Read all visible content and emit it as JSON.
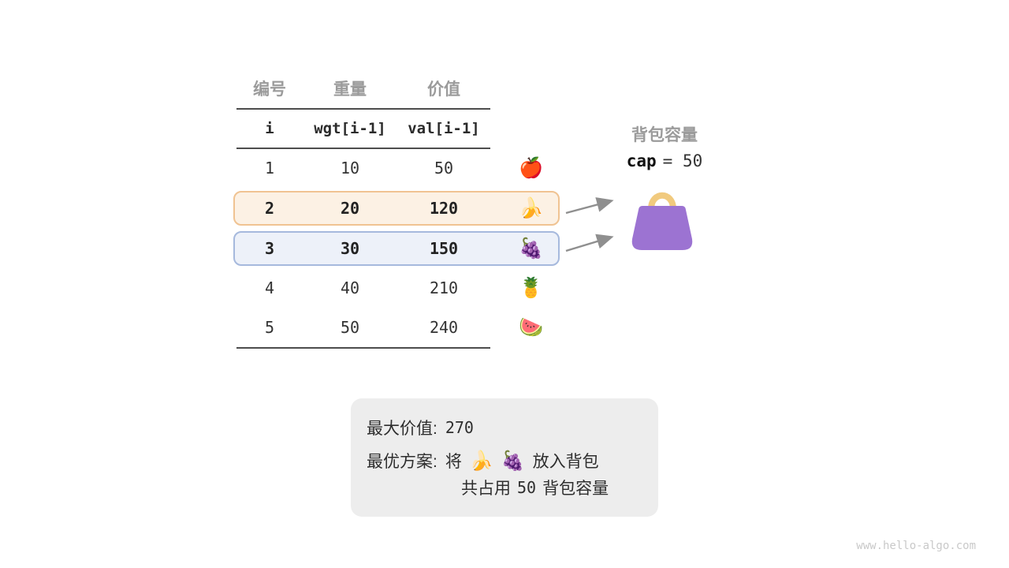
{
  "page": {
    "watermark": "www.hello-algo.com"
  },
  "table": {
    "headers": [
      "编号",
      "重量",
      "价值"
    ],
    "subheaders": [
      "i",
      "wgt[i-1]",
      "val[i-1]"
    ],
    "rows": [
      {
        "number": "1",
        "weight": "10",
        "value": "50",
        "fruit": "🍎",
        "fruit_name": "apple",
        "highlight": "none"
      },
      {
        "number": "2",
        "weight": "20",
        "value": "120",
        "fruit": "🍌",
        "fruit_name": "banana",
        "highlight": "orange"
      },
      {
        "number": "3",
        "weight": "30",
        "value": "150",
        "fruit": "🍇",
        "fruit_name": "grapes",
        "highlight": "blue"
      },
      {
        "number": "4",
        "weight": "40",
        "value": "210",
        "fruit": "🍍",
        "fruit_name": "pineapple",
        "highlight": "none"
      },
      {
        "number": "5",
        "weight": "50",
        "value": "240",
        "fruit": "🍉",
        "fruit_name": "watermelon",
        "highlight": "none"
      }
    ]
  },
  "knapsack": {
    "label": "背包容量",
    "cap_code": "cap",
    "cap_rest": "= 50"
  },
  "result": {
    "max_label": "最大价值:",
    "max_value": "270",
    "plan_label": "最优方案:",
    "plan_pre": "将",
    "plan_fruit1": "🍌",
    "plan_fruit2": "🍇",
    "plan_post": "放入背包",
    "usage_pre": "共占用",
    "usage_value": "50",
    "usage_post": "背包容量"
  },
  "colors": {
    "highlight_orange_bg": "#fcf1e4",
    "highlight_orange_border": "#f0c392",
    "highlight_blue_bg": "#edf1f9",
    "highlight_blue_border": "#a6b9dd",
    "header_gray": "#9b9b9b",
    "line_dark": "#4d4d4d",
    "box_bg": "#ededed",
    "arrow_gray": "#8f8f8f",
    "bag_purple": "#9c73d2",
    "bag_handle": "#f1ca7e",
    "watermark_gray": "#c9c9c9"
  }
}
